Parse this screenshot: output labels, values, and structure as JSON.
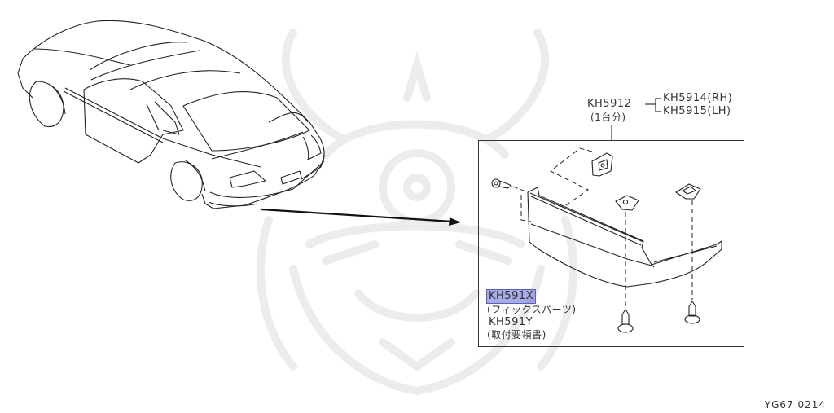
{
  "diagram": {
    "watermark": "samurai-helmet-logo",
    "callout": {
      "assembly_part": "KH5912",
      "assembly_qty": "(1台分)",
      "right_part": "KH5914(RH)",
      "left_part": "KH5915(LH)"
    },
    "detail_labels": {
      "fix_part_highlighted": "KH591",
      "fix_part_suffix": "X",
      "fix_part_note": "(フィックスパーツ)",
      "instructions_part": "KH591Y",
      "instructions_note": "(取付要領書)"
    },
    "highlight_color": "#6068d2",
    "figure_code": "YG67 0214",
    "components": [
      "car-overview",
      "rear-bumper-spoiler",
      "mounting-clip",
      "clip-nut-center",
      "clip-nut-right",
      "side-screw",
      "bottom-screw-center",
      "bottom-screw-right"
    ]
  }
}
